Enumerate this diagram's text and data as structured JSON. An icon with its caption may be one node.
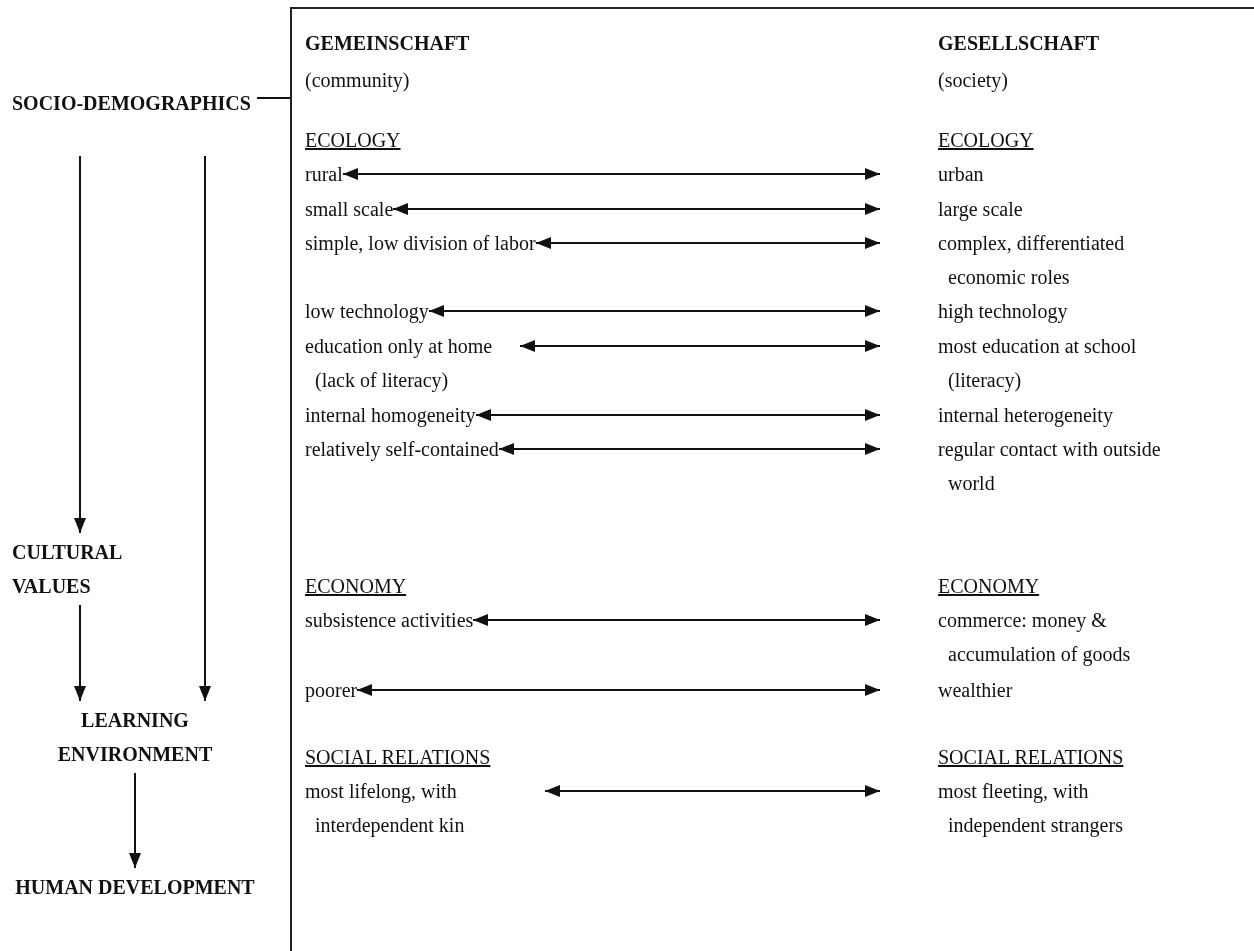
{
  "diagram": {
    "nodes": [
      {
        "text": [
          "SOCIO-DEMOGRAPHICS"
        ]
      },
      {
        "text": [],
        "shape": "box"
      },
      {
        "text": [
          "rural"
        ],
        "in": 1
      },
      {
        "text": [
          "urban"
        ],
        "in": 1
      },
      {
        "text": [
          "small scale"
        ],
        "in": 1
      },
      {
        "text": [
          "large scale"
        ],
        "in": 1
      },
      {
        "text": [
          "simple, low division of labor"
        ],
        "in": 1
      },
      {
        "text": [
          "complex, differentiated economic roles"
        ],
        "in": 1
      },
      {
        "text": [
          "low technology"
        ],
        "in": 1
      },
      {
        "text": [
          "high technology"
        ],
        "in": 1
      },
      {
        "text": [
          "education only at home (lack of literacy)"
        ],
        "in": 1
      },
      {
        "text": [
          "most education at school (literacy)"
        ],
        "in": 1
      },
      {
        "text": [
          "internal homogeneity"
        ],
        "in": 1
      },
      {
        "text": [
          "internal heterogeneity"
        ],
        "in": 1
      },
      {
        "text": [
          "relatively self-contained"
        ],
        "in": 1
      },
      {
        "text": [
          "regular contact with outside world"
        ],
        "in": 1
      },
      {
        "text": [
          "subsistence activities"
        ],
        "in": 1
      },
      {
        "text": [
          "commerce: money & accumulation of goods"
        ],
        "in": 1
      },
      {
        "text": [
          "poorer"
        ],
        "in": 1
      },
      {
        "text": [
          "wealthier"
        ],
        "in": 1
      },
      {
        "text": [
          "most lifelong, with interdependent kin"
        ],
        "in": 1
      },
      {
        "text": [
          "most fleeting, with independent strangers"
        ],
        "in": 1
      },
      {
        "text": [
          "CULTURAL VALUES"
        ]
      },
      {
        "text": [
          "LEARNING ENVIRONMENT"
        ]
      },
      {
        "text": [
          "HUMAN DEVELOPMENT"
        ]
      }
    ],
    "edges": [
      {
        "from": 0,
        "to": 1,
        "arrow": "none"
      },
      {
        "from": 0,
        "to": 22,
        "arrow": "to"
      },
      {
        "from": 0,
        "to": 23,
        "arrow": "to"
      },
      {
        "from": 22,
        "to": 23,
        "arrow": "to"
      },
      {
        "from": 23,
        "to": 24,
        "arrow": "to"
      },
      {
        "from": 2,
        "to": 3,
        "arrow": "both"
      },
      {
        "from": 4,
        "to": 5,
        "arrow": "both"
      },
      {
        "from": 6,
        "to": 7,
        "arrow": "both"
      },
      {
        "from": 8,
        "to": 9,
        "arrow": "both"
      },
      {
        "from": 10,
        "to": 11,
        "arrow": "both"
      },
      {
        "from": 12,
        "to": 13,
        "arrow": "both"
      },
      {
        "from": 14,
        "to": 15,
        "arrow": "both"
      },
      {
        "from": 16,
        "to": 17,
        "arrow": "both"
      },
      {
        "from": 18,
        "to": 19,
        "arrow": "both"
      },
      {
        "from": 20,
        "to": 21,
        "arrow": "both"
      }
    ],
    "labels": [
      "GEMEINSCHAFT",
      "GESELLSCHAFT",
      "(community)",
      "(society)",
      "ECOLOGY",
      "ECOLOGY",
      "ECONOMY",
      "ECONOMY",
      "SOCIAL RELATIONS",
      "SOCIAL RELATIONS"
    ]
  }
}
